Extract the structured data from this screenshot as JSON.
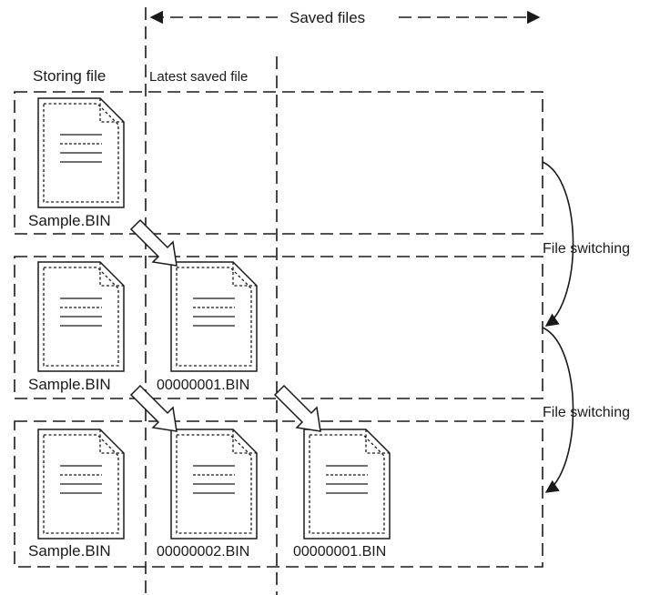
{
  "header": {
    "saved_files": "Saved files",
    "storing_file": "Storing file",
    "latest_saved_file": "Latest saved file"
  },
  "rows": [
    {
      "storing": "Sample.BIN",
      "latest": "",
      "older": ""
    },
    {
      "storing": "Sample.BIN",
      "latest": "00000001.BIN",
      "older": ""
    },
    {
      "storing": "Sample.BIN",
      "latest": "00000002.BIN",
      "older": "00000001.BIN"
    }
  ],
  "switch_labels": [
    "File switching",
    "File switching"
  ]
}
